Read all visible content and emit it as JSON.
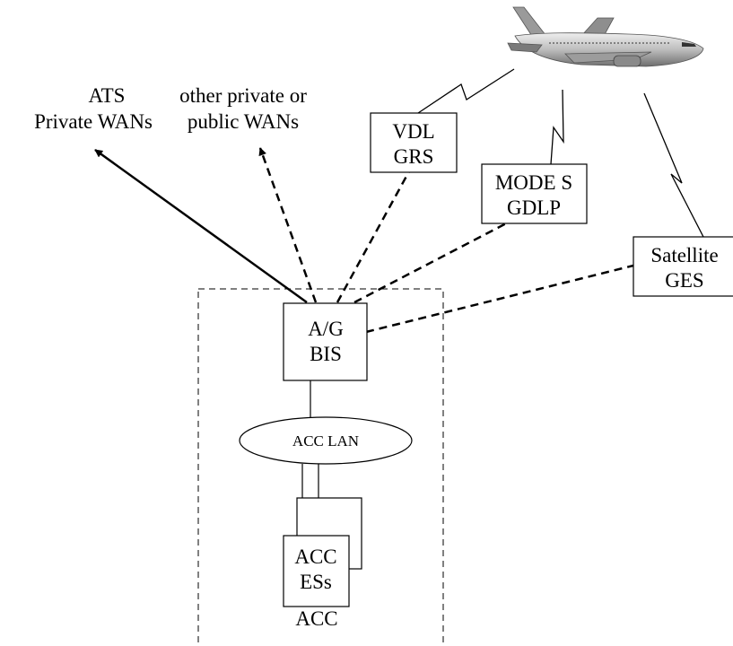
{
  "labels": {
    "ats_wan": [
      "ATS",
      "Private WANs"
    ],
    "other_wan": [
      "other private or",
      "public WANs"
    ],
    "vdl_grs": [
      "VDL",
      "GRS"
    ],
    "modes_gdlp": [
      "MODE S",
      "GDLP"
    ],
    "satellite_ges": [
      "Satellite",
      "GES"
    ],
    "ag_bis": [
      "A/G",
      "BIS"
    ],
    "acc_lan": "ACC LAN",
    "acc_es": [
      "ACC",
      "ESs"
    ],
    "acc": "ACC"
  },
  "icons": {
    "aircraft": "airplane-icon"
  },
  "colors": {
    "line": "#000000",
    "aircraft_body": "#c8c8c8"
  }
}
